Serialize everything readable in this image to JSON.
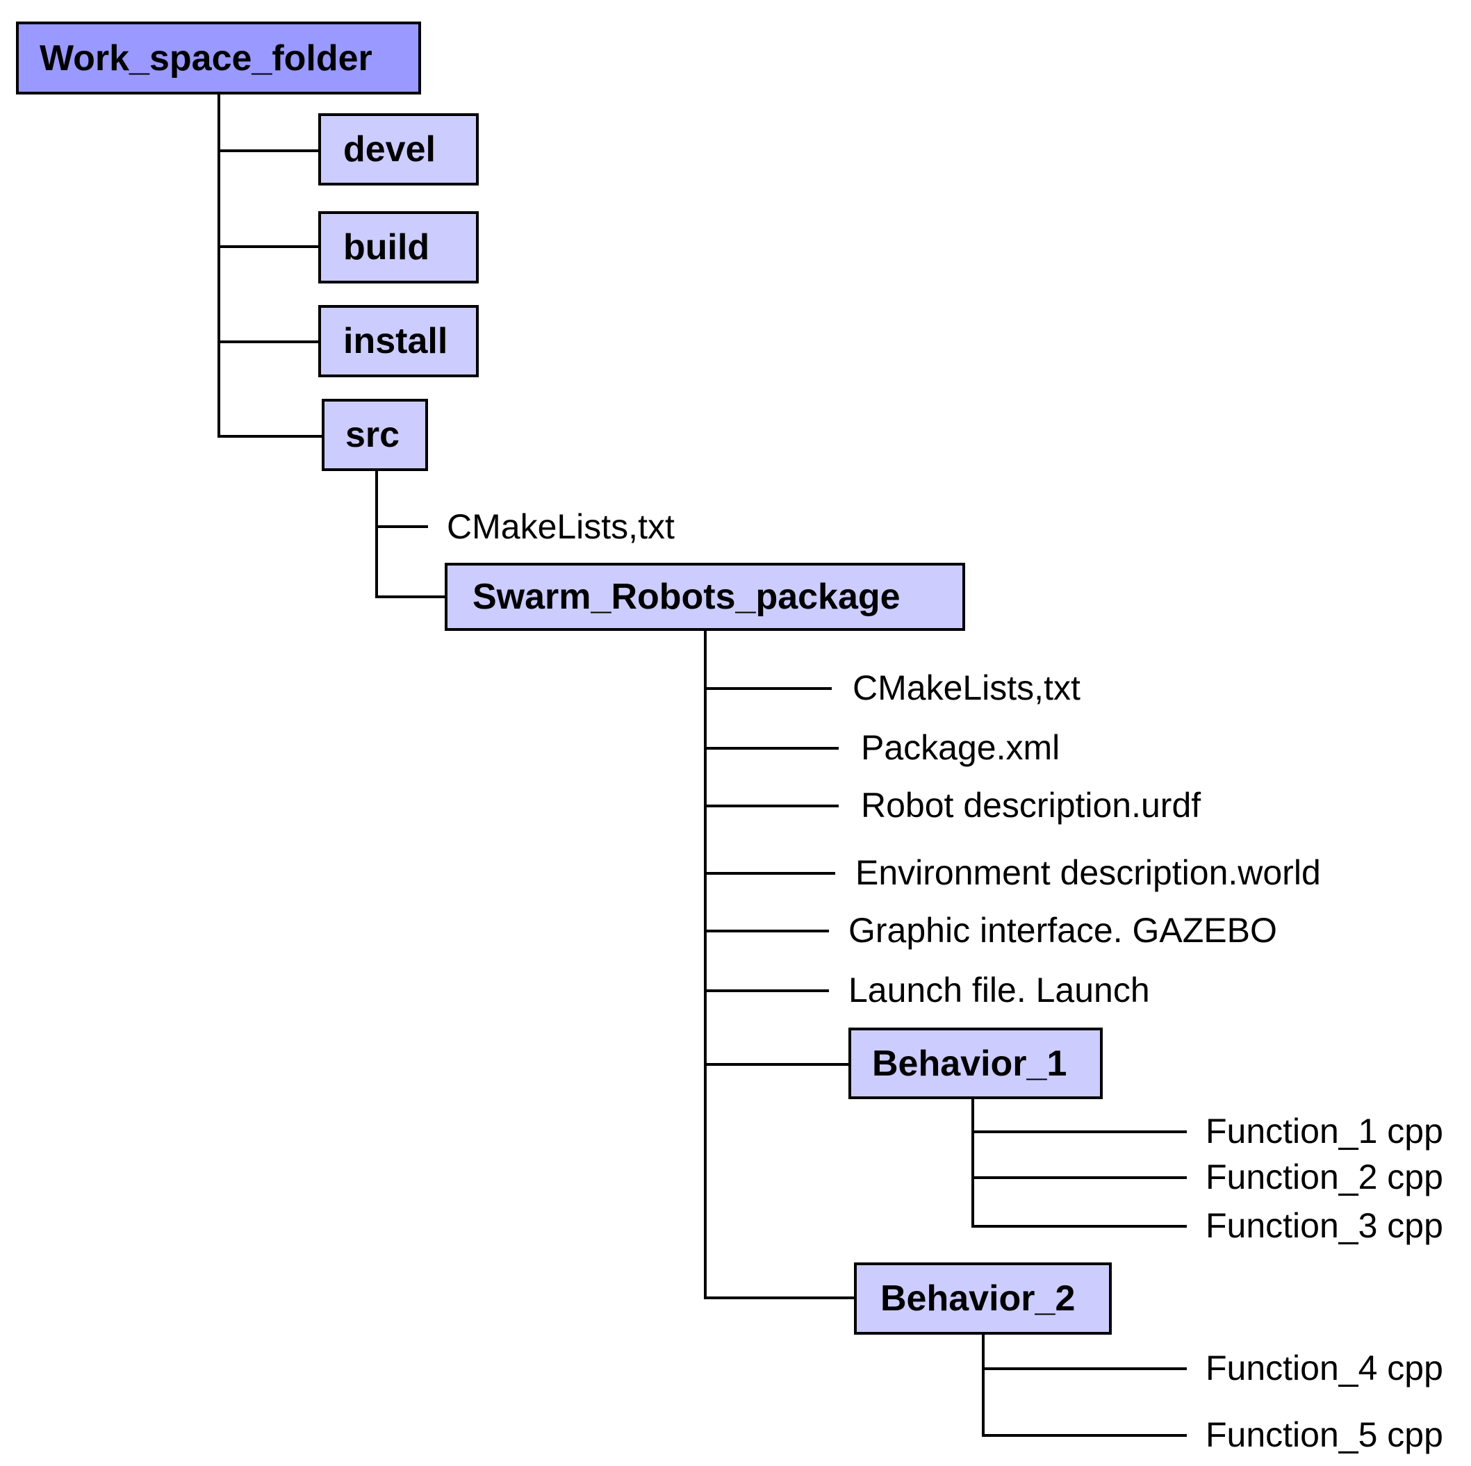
{
  "colors": {
    "root_fill": "#9999ff",
    "folder_fill": "#ccccff",
    "line": "#000000"
  },
  "tree": {
    "root": "Work_space_folder",
    "devel": "devel",
    "build": "build",
    "install": "install",
    "src": "src",
    "src_cmakelists": "CMakeLists,txt",
    "package": "Swarm_Robots_package",
    "package_files": [
      "CMakeLists,txt",
      "Package.xml",
      "Robot description.urdf",
      "Environment description.world",
      "Graphic interface. GAZEBO",
      "Launch file. Launch"
    ],
    "behavior_1": {
      "label": "Behavior_1",
      "functions": [
        "Function_1 cpp",
        "Function_2 cpp",
        "Function_3 cpp"
      ]
    },
    "behavior_2": {
      "label": "Behavior_2",
      "functions": [
        "Function_4 cpp",
        "Function_5 cpp"
      ]
    }
  }
}
